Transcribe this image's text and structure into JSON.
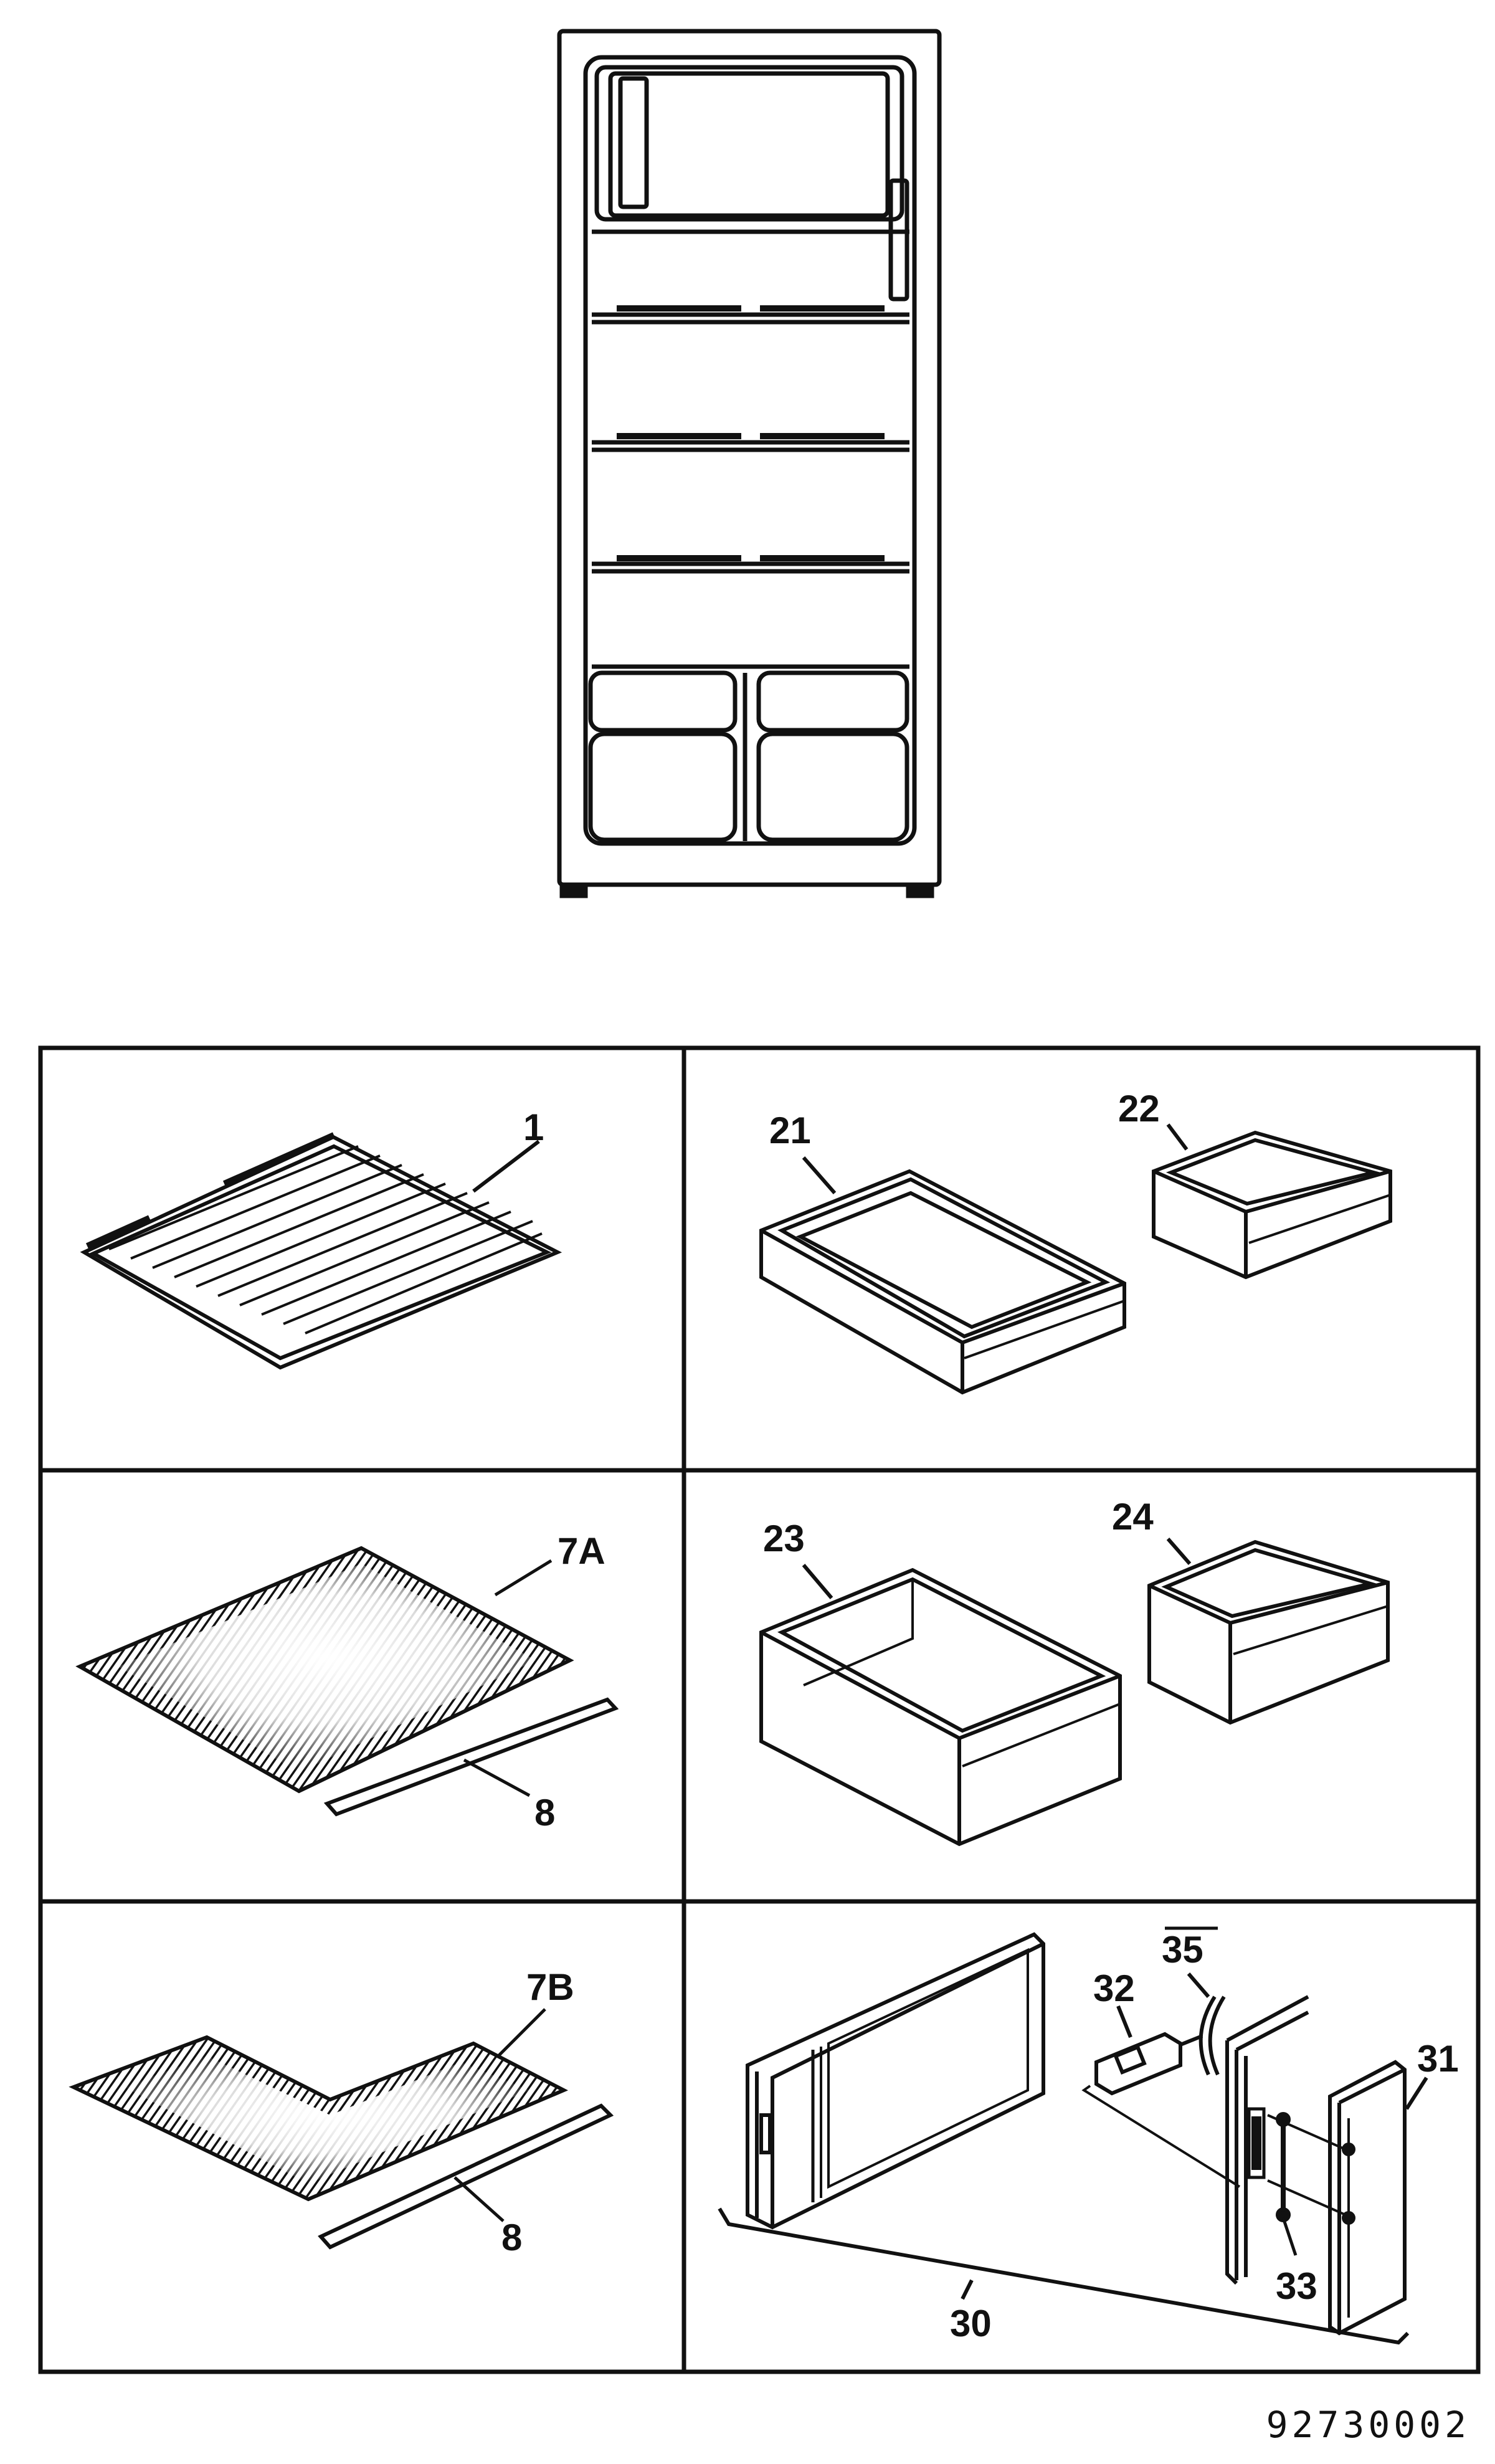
{
  "colors": {
    "ink": "#111111",
    "paper": "#ffffff"
  },
  "callouts": {
    "c1": "1",
    "c21": "21",
    "c22": "22",
    "c7a": "7A",
    "c8a": "8",
    "c23": "23",
    "c24": "24",
    "c7b": "7B",
    "c8b": "8",
    "c35": "35",
    "c32": "32",
    "c31": "31",
    "c30": "30",
    "c33": "33"
  },
  "document_number": "92730002"
}
